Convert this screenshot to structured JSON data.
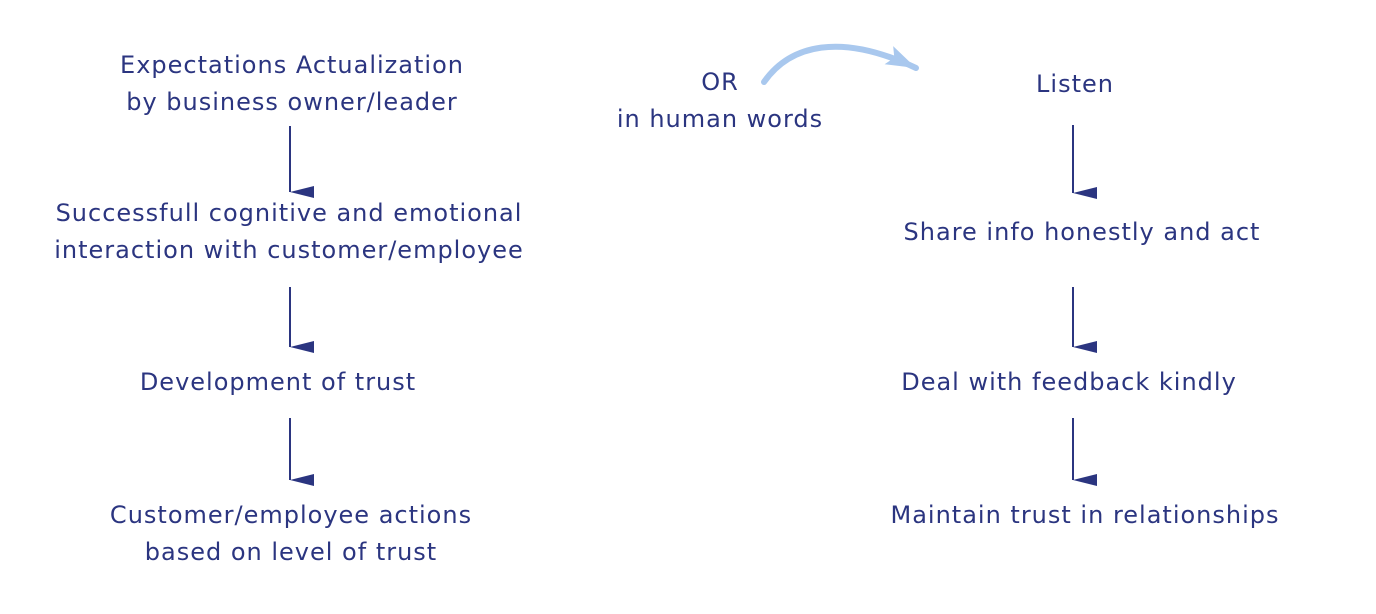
{
  "left_flow": [
    {
      "lines": [
        "Expectations Actualization",
        "by business owner/leader"
      ]
    },
    {
      "lines": [
        "Successfull cognitive and emotional",
        "interaction with customer/employee"
      ]
    },
    {
      "lines": [
        "Development of trust"
      ]
    },
    {
      "lines": [
        "Customer/employee actions",
        "based on level of trust"
      ]
    }
  ],
  "connector": {
    "lines": [
      "OR",
      "in human words"
    ]
  },
  "right_flow": [
    {
      "lines": [
        "Listen"
      ]
    },
    {
      "lines": [
        "Share info honestly and act"
      ]
    },
    {
      "lines": [
        "Deal with feedback kindly"
      ]
    },
    {
      "lines": [
        "Maintain trust in relationships"
      ]
    }
  ],
  "colors": {
    "text": "#2b3580",
    "arrow": "#2b3580",
    "curved_arrow": "#a9c8ee"
  }
}
